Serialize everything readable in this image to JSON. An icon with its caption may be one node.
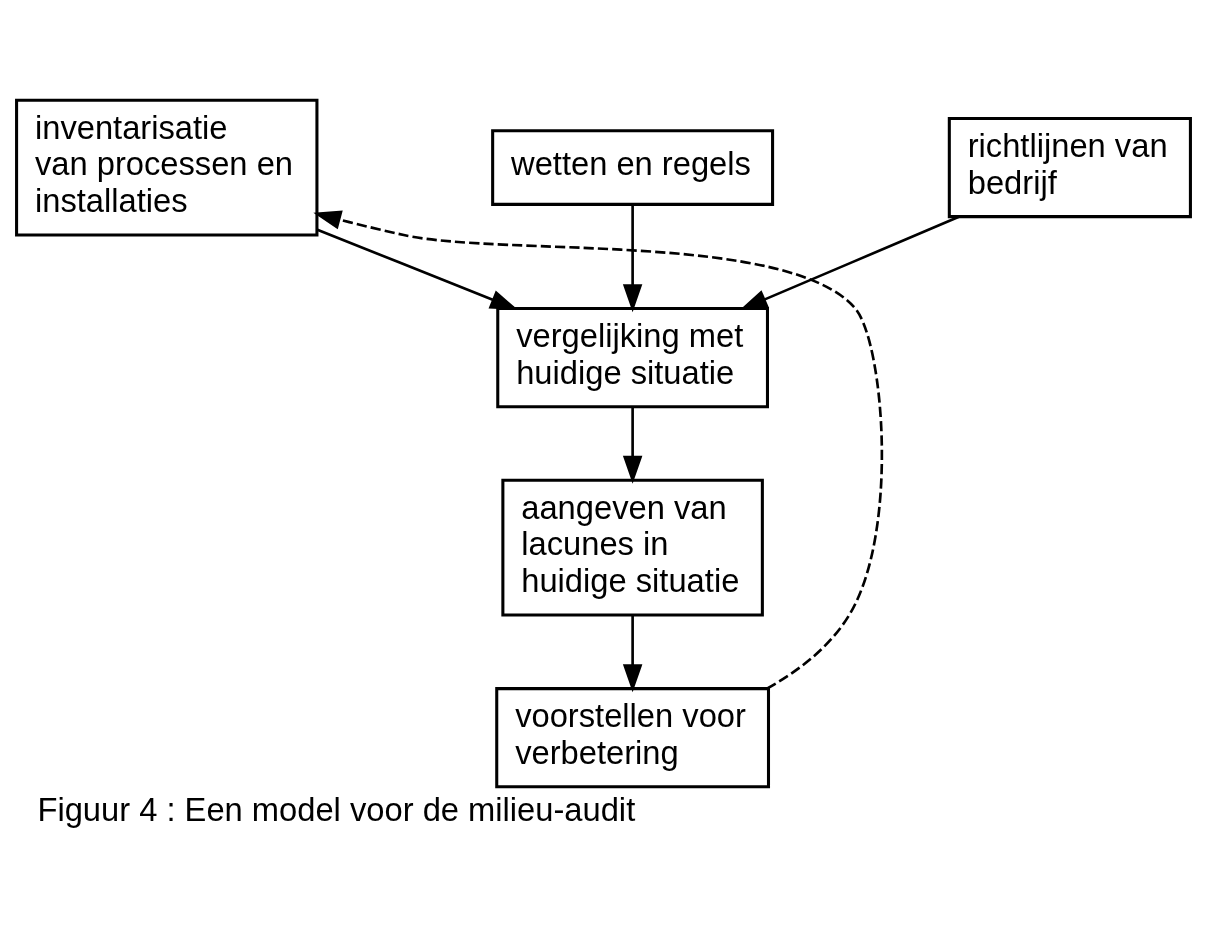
{
  "diagram": {
    "caption": "Figuur 4 : Een model voor de milieu-audit",
    "nodes": [
      {
        "text": [
          "inventarisatie van processen en installaties"
        ]
      },
      {
        "text": [
          "wetten en regels"
        ]
      },
      {
        "text": [
          "richtlijnen van bedrijf"
        ]
      },
      {
        "text": [
          "vergelijking met huidige situatie"
        ]
      },
      {
        "text": [
          "aangeven van lacunes in huidige situatie"
        ]
      },
      {
        "text": [
          "voorstellen voor verbetering"
        ]
      }
    ],
    "edges": [
      {
        "from": 0,
        "to": 3,
        "arrow": "to"
      },
      {
        "from": 1,
        "to": 3,
        "arrow": "to"
      },
      {
        "from": 2,
        "to": 3,
        "arrow": "to"
      },
      {
        "from": 3,
        "to": 4,
        "arrow": "to"
      },
      {
        "from": 4,
        "to": 5,
        "arrow": "to"
      },
      {
        "from": 5,
        "to": 0,
        "arrow": "to",
        "style": "dashed"
      }
    ]
  }
}
